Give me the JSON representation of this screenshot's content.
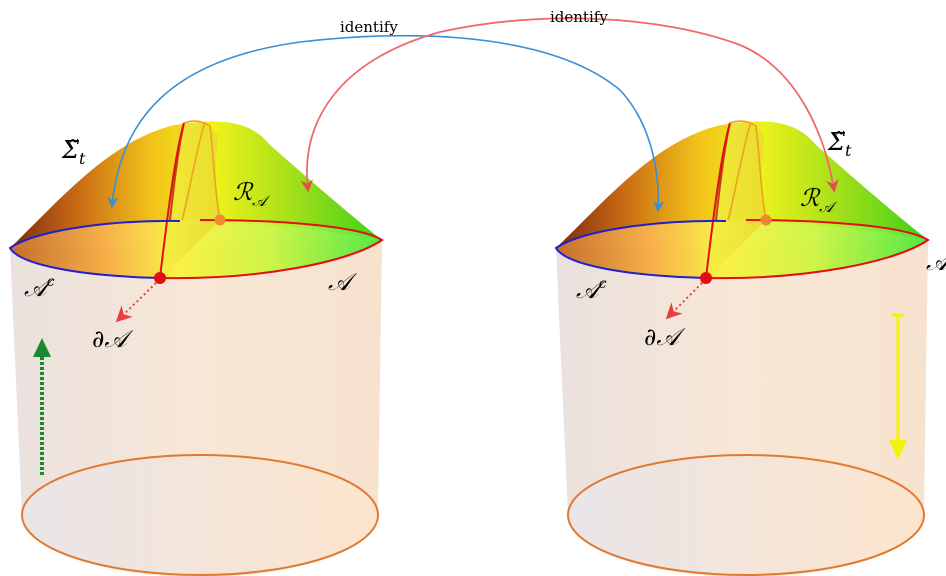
{
  "arrows": {
    "identify_1": "identify",
    "identify_2": "identify"
  },
  "left_panel": {
    "sigma_label": "Σ̃",
    "sigma_sub": "t",
    "region_label": "ℛ",
    "region_sub": "𝒜",
    "complement_label": "𝒜",
    "complement_sup": "c",
    "a_label": "𝒜",
    "boundary_label": "∂𝒜",
    "time_arrow_color": "#1a8a2e"
  },
  "right_panel": {
    "sigma_label": "Σ̃",
    "sigma_sub": "t",
    "region_label": "ℛ",
    "region_sub": "𝒜",
    "complement_label": "𝒜",
    "complement_sup": "c",
    "a_label": "𝒜",
    "boundary_label": "∂𝒜",
    "time_arrow_color": "#f2f20a"
  },
  "colors": {
    "identify_left_arrow": "#3a8fd8",
    "identify_right_arrow": "#f06a6a",
    "boundary_point": "#e01010",
    "region_point": "#f08a30",
    "cylinder_outline": "#e07a30",
    "complement_edge": "#2020d0",
    "a_edge": "#e01010"
  }
}
